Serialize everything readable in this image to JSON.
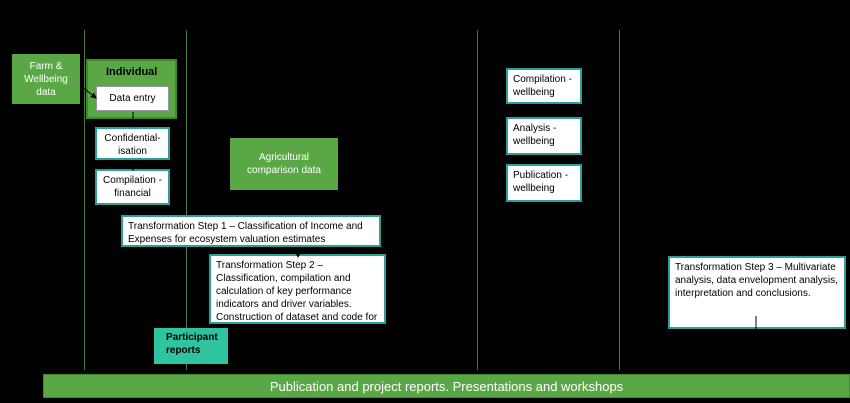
{
  "sources": {
    "farm": "Farm & Wellbeing data",
    "agri": "Agricultural comparison data"
  },
  "individual": {
    "label": "Individual",
    "data_entry": "Data entry"
  },
  "steps": {
    "confidential": "Confidential-isation",
    "compilation_fin": "Compilation - financial",
    "t1": "Transformation Step 1 – Classification of Income and Expenses for ecosystem valuation estimates",
    "t2": "Transformation Step 2 – Classification, compilation and calculation of key performance indicators and driver variables. Construction of dataset and code for analysis",
    "t3": "Transformation Step 3 – Multivariate analysis, data envelopment analysis, interpretation and conclusions."
  },
  "wellbeing": {
    "compilation": "Compilation - wellbeing",
    "analysis": "Analysis - wellbeing",
    "publication": "Publication - wellbeing"
  },
  "participant_reports": "Participant reports",
  "footer": "Publication and project reports. Presentations and workshops",
  "colors": {
    "green": "#5aa845",
    "teal": "#2aa198",
    "reports": "#2ec4a0"
  }
}
